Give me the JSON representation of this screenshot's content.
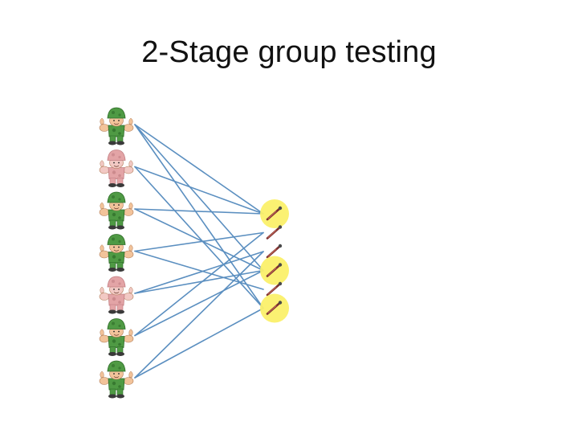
{
  "slide": {
    "title": "2-Stage group testing"
  },
  "colors": {
    "edge": "#5b8fc0",
    "soldier_healthy": "#4f9a44",
    "soldier_healthy_dark": "#2e6b28",
    "soldier_infected": "#e3a4a6",
    "soldier_infected_dark": "#c27f83",
    "skin": "#f2c39a",
    "test_positive_fill": "#fbf06a",
    "test_tube": "#7a2f2f"
  },
  "subjects": [
    {
      "id": 1,
      "status": "healthy",
      "icon": "soldier-icon"
    },
    {
      "id": 2,
      "status": "infected",
      "icon": "soldier-icon"
    },
    {
      "id": 3,
      "status": "healthy",
      "icon": "soldier-icon"
    },
    {
      "id": 4,
      "status": "healthy",
      "icon": "soldier-icon"
    },
    {
      "id": 5,
      "status": "infected",
      "icon": "soldier-icon"
    },
    {
      "id": 6,
      "status": "healthy",
      "icon": "soldier-icon"
    },
    {
      "id": 7,
      "status": "healthy",
      "icon": "soldier-icon"
    }
  ],
  "tests": [
    {
      "id": 1,
      "result": "positive",
      "icon": "test-tube-icon"
    },
    {
      "id": 2,
      "result": "negative",
      "icon": "test-tube-icon"
    },
    {
      "id": 3,
      "result": "negative",
      "icon": "test-tube-icon"
    },
    {
      "id": 4,
      "result": "positive",
      "icon": "test-tube-icon"
    },
    {
      "id": 5,
      "result": "negative",
      "icon": "test-tube-icon"
    },
    {
      "id": 6,
      "result": "positive",
      "icon": "test-tube-icon"
    }
  ],
  "edges": [
    [
      1,
      1
    ],
    [
      1,
      4
    ],
    [
      1,
      6
    ],
    [
      2,
      1
    ],
    [
      2,
      6
    ],
    [
      3,
      1
    ],
    [
      3,
      4
    ],
    [
      4,
      2
    ],
    [
      4,
      5
    ],
    [
      5,
      3
    ],
    [
      5,
      4
    ],
    [
      6,
      2
    ],
    [
      6,
      4
    ],
    [
      7,
      3
    ],
    [
      7,
      6
    ]
  ]
}
